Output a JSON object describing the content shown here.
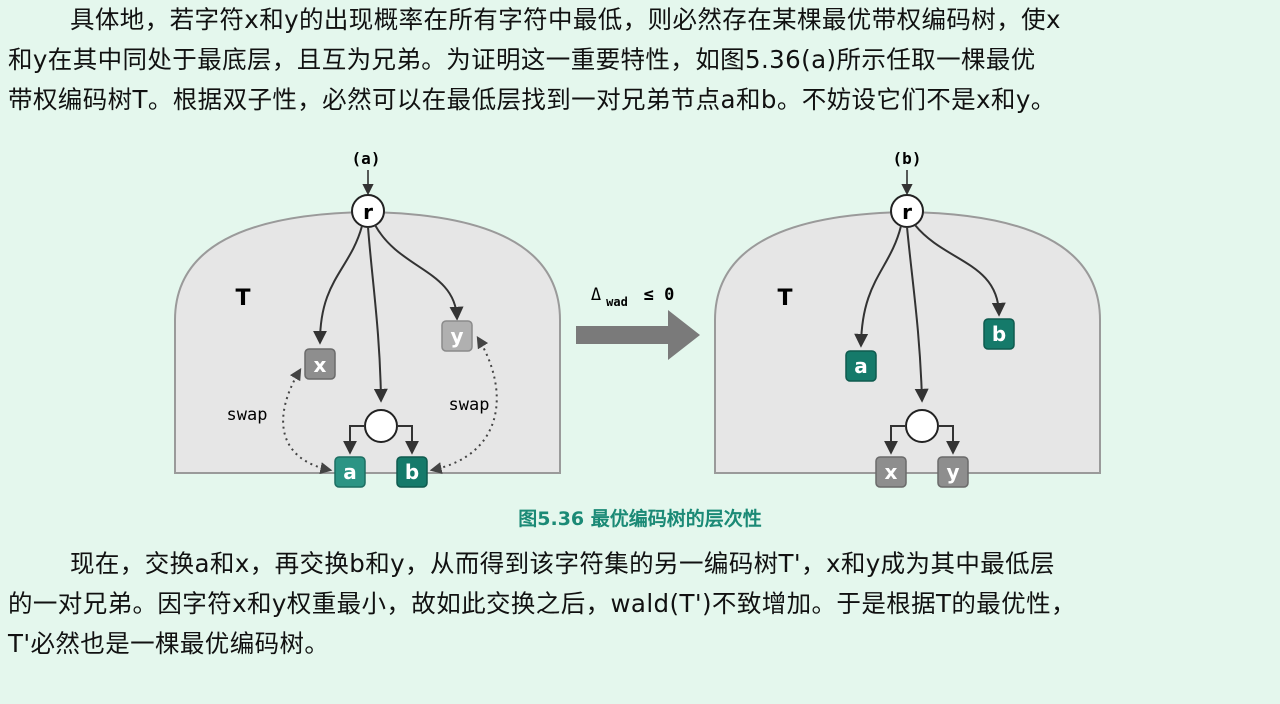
{
  "paragraph1": {
    "line1": "具体地，若字符x和y的出现概率在所有字符中最低，则必然存在某棵最优带权编码树，使x",
    "line2": "和y在其中同处于最底层，且互为兄弟。为证明这一重要特性，如图5.36(a)所示任取一棵最优",
    "line3": "带权编码树T。根据双子性，必然可以在最低层找到一对兄弟节点a和b。不妨设它们不是x和y。"
  },
  "figure": {
    "left": {
      "label": "(a)",
      "root": "r",
      "tree": "T",
      "nodes": {
        "x": "x",
        "y": "y",
        "a": "a",
        "b": "b"
      },
      "swap_left": "swap",
      "swap_right": "swap"
    },
    "arrow": {
      "delta": "Δ",
      "sub": "wad",
      "rel": "≤ 0"
    },
    "right": {
      "label": "(b)",
      "root": "r",
      "tree": "T",
      "nodes": {
        "a": "a",
        "b": "b",
        "x": "x",
        "y": "y"
      }
    },
    "caption": "图5.36  最优编码树的层次性",
    "colors": {
      "teal": "#157a6a",
      "gray_node": "#8e8e8e",
      "panel": "#e6e6e6",
      "panel_border": "#9a9a9a"
    }
  },
  "paragraph2": {
    "line1": "现在，交换a和x，再交换b和y，从而得到该字符集的另一编码树T'，x和y成为其中最低层",
    "line2": "的一对兄弟。因字符x和y权重最小，故如此交换之后，wald(T')不致增加。于是根据T的最优性，",
    "line3": "T'必然也是一棵最优编码树。"
  }
}
